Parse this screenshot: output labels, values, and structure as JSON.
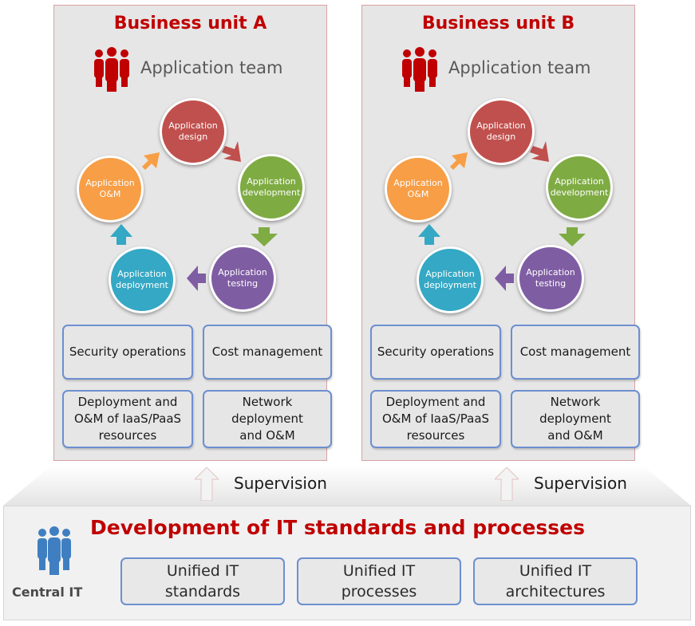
{
  "units": [
    {
      "title": "Business unit A",
      "team_label": "Application team",
      "stages": {
        "design": "Application\ndesign",
        "development": "Application\ndevelopment",
        "testing": "Application\ntesting",
        "deployment": "Application\ndeployment",
        "om": "Application\nO&M"
      },
      "boxes": {
        "security": "Security operations",
        "cost": "Cost management",
        "iaas": "Deployment and\nO&M of IaaS/PaaS\nresources",
        "network": "Network\ndeployment\nand O&M"
      }
    },
    {
      "title": "Business unit B",
      "team_label": "Application team",
      "stages": {
        "design": "Application\ndesign",
        "development": "Application\ndevelopment",
        "testing": "Application\ntesting",
        "deployment": "Application\ndeployment",
        "om": "Application\nO&M"
      },
      "boxes": {
        "security": "Security operations",
        "cost": "Cost management",
        "iaas": "Deployment and\nO&M of IaaS/PaaS\nresources",
        "network": "Network\ndeployment\nand O&M"
      }
    }
  ],
  "supervision_label": "Supervision",
  "central": {
    "title": "Development of IT standards and processes",
    "label": "Central IT",
    "items": [
      "Unified IT\nstandards",
      "Unified IT\nprocesses",
      "Unified IT\narchitectures"
    ]
  },
  "colors": {
    "title_red": "#c00000",
    "team_icon": "#c00000",
    "central_icon": "#3f7fc1",
    "box_border": "#6d8fd0",
    "stage_design": "#c0504d",
    "stage_development": "#7fab43",
    "stage_testing": "#7f5da3",
    "stage_deployment": "#34a8c4",
    "stage_om": "#f79e46"
  },
  "icons": {
    "team": "people-group-icon",
    "central": "people-group-icon",
    "supervision": "up-arrow-icon"
  }
}
